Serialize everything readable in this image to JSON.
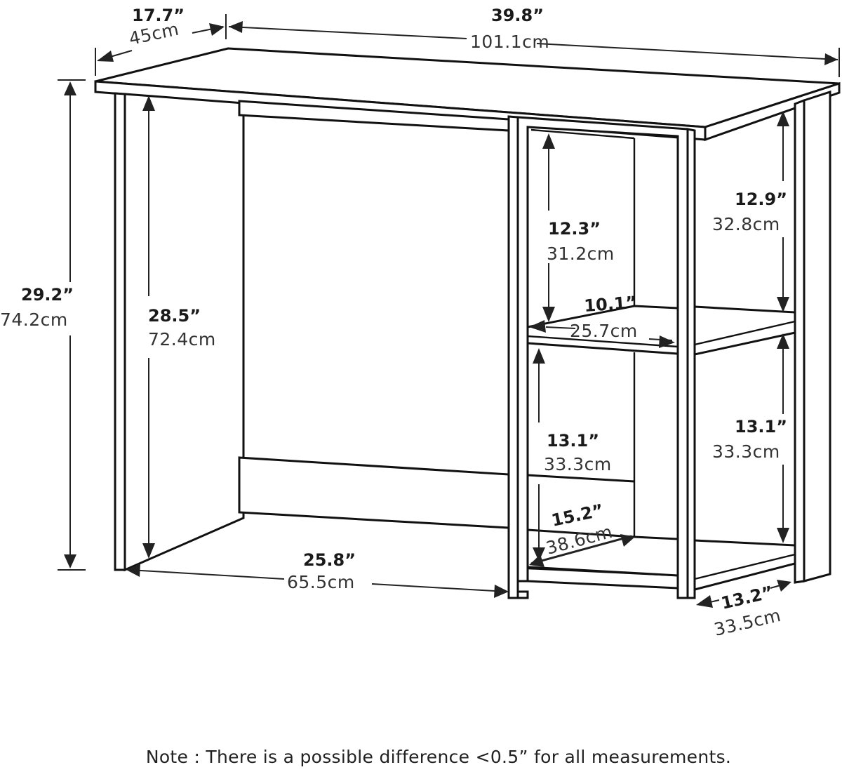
{
  "diagram": {
    "subject": "Computer desk with side shelving unit",
    "colors": {
      "line": "#111111",
      "background": "#ffffff",
      "label_inch": "#1a1a1a",
      "label_cm": "#333333"
    },
    "dimensions": {
      "depth": {
        "inch": "17.7”",
        "cm": "45cm"
      },
      "width": {
        "inch": "39.8”",
        "cm": "101.1cm"
      },
      "total_height": {
        "inch": "29.2”",
        "cm": "74.2cm"
      },
      "legroom_height": {
        "inch": "28.5”",
        "cm": "72.4cm"
      },
      "legroom_width": {
        "inch": "25.8”",
        "cm": "65.5cm"
      },
      "inner_upper_shelf_height": {
        "inch": "12.3”",
        "cm": "31.2cm"
      },
      "inner_shelf_width": {
        "inch": "10.1”",
        "cm": "25.7cm"
      },
      "inner_lower_shelf_height": {
        "inch": "13.1”",
        "cm": "33.3cm"
      },
      "inner_lower_shelf_depth": {
        "inch": "15.2”",
        "cm": "38.6cm"
      },
      "side_upper_shelf_height": {
        "inch": "12.9”",
        "cm": "32.8cm"
      },
      "side_lower_shelf_height": {
        "inch": "13.1”",
        "cm": "33.3cm"
      },
      "side_shelf_depth": {
        "inch": "13.2”",
        "cm": "33.5cm"
      }
    },
    "note": "Note : There is a possible difference <0.5” for all measurements."
  }
}
